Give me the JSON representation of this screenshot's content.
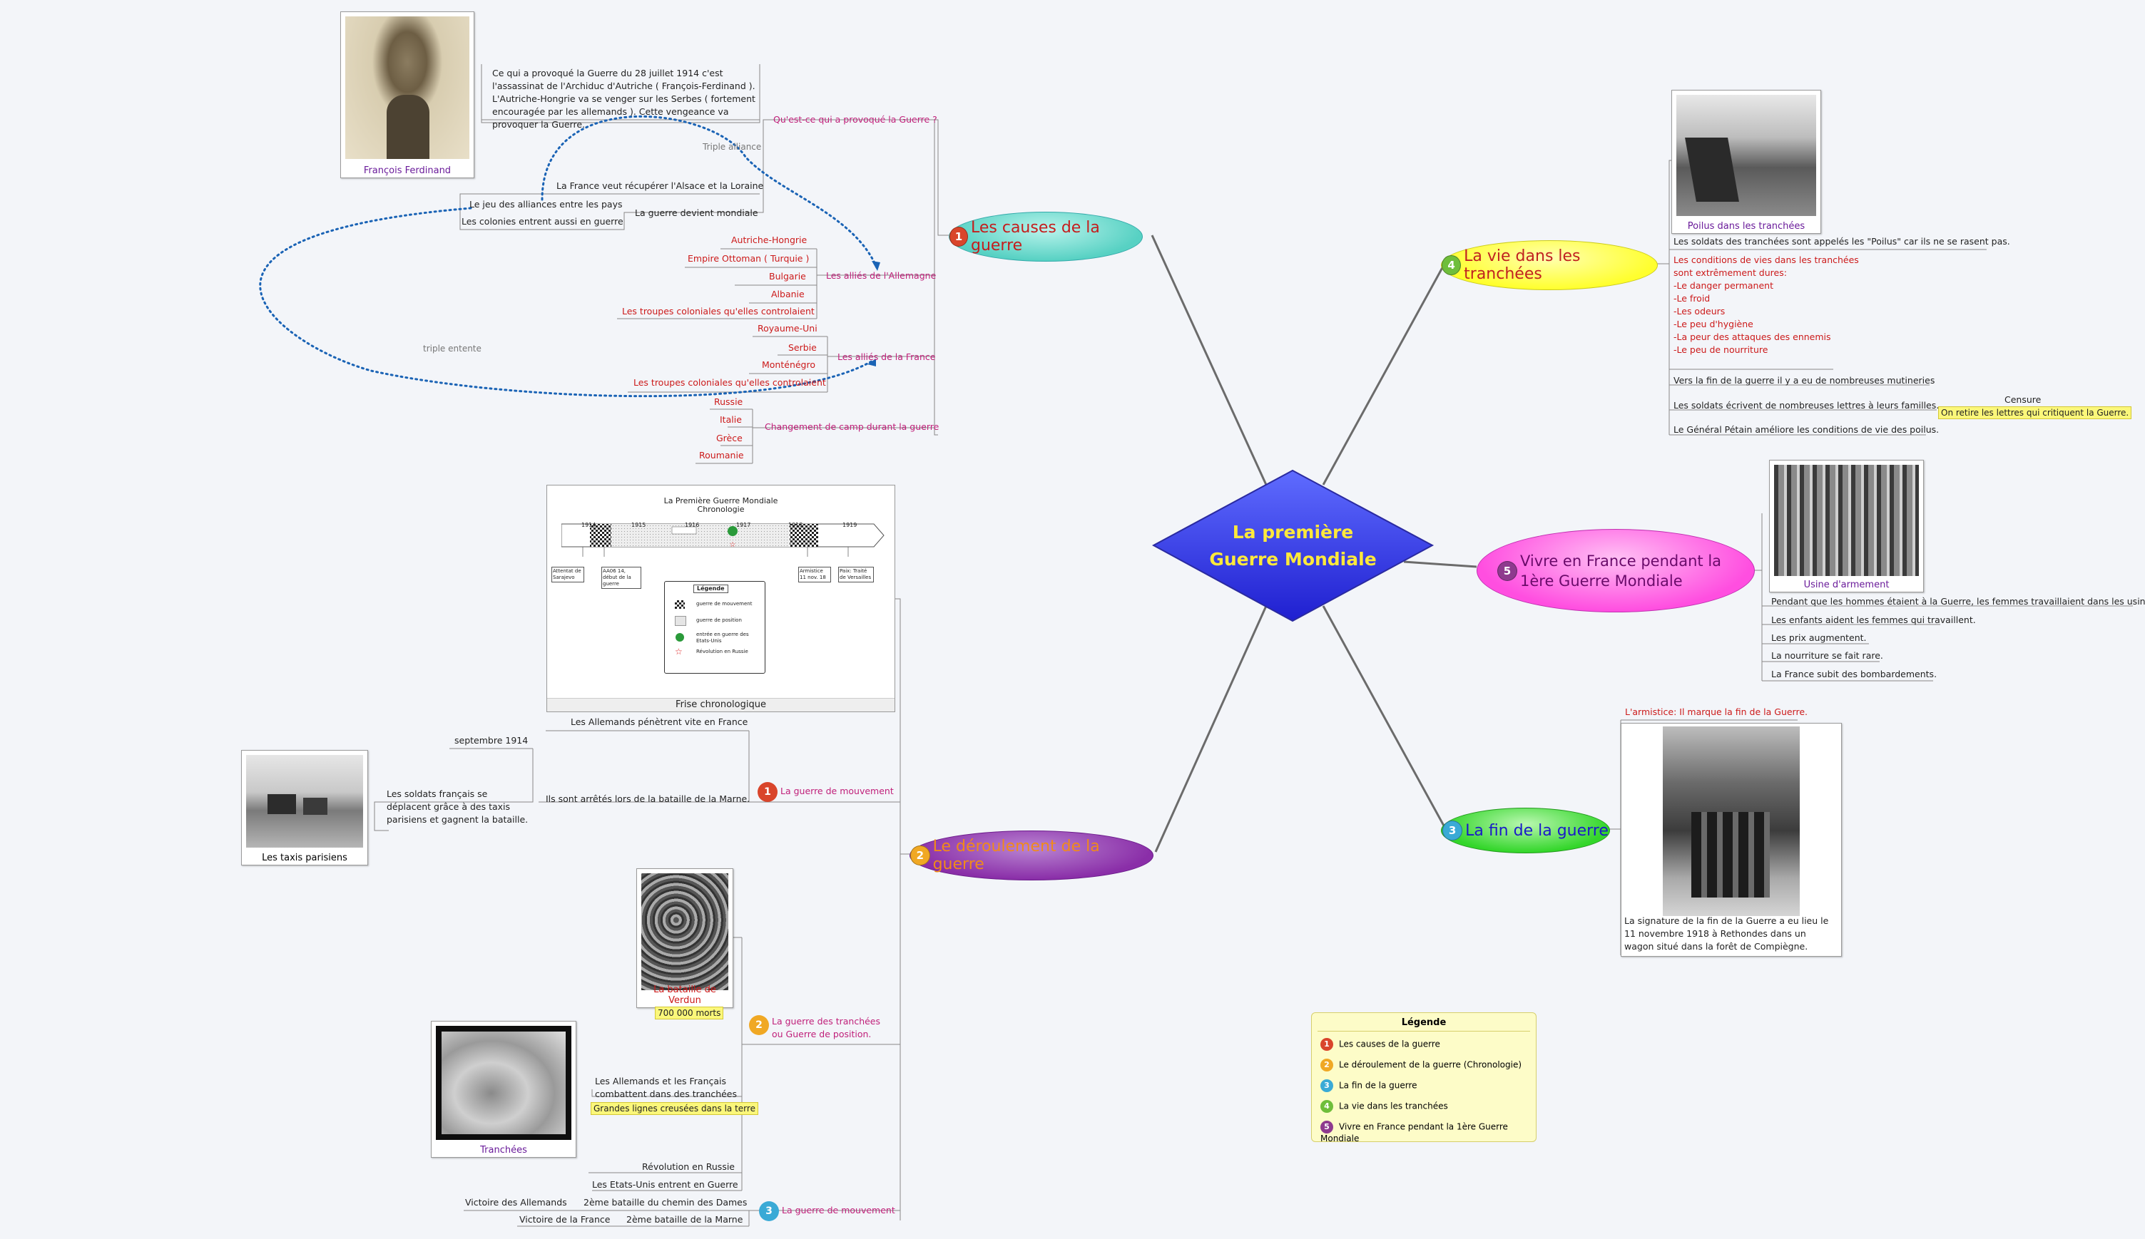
{
  "center": {
    "title": "La première Guerre Mondiale"
  },
  "topics": {
    "causes": {
      "num": "1",
      "label": "Les causes de la guerre"
    },
    "deroulement": {
      "num": "2",
      "label": "Le déroulement de la guerre"
    },
    "tranchees": {
      "num": "4",
      "label": "La vie dans les tranchées"
    },
    "france": {
      "num": "5",
      "label": "Vivre en France pendant la 1ère Guerre Mondiale"
    },
    "fin": {
      "num": "3",
      "label": "La fin de la guerre"
    }
  },
  "causes": {
    "photo_caption": "François Ferdinand",
    "assassinat": "Ce qui a provoqué la Guerre du 28 juillet 1914 c'est l'assassinat de l'Archiduc d'Autriche ( François-Ferdinand ). L'Autriche-Hongrie va se venger sur les Serbes ( fortement encouragée par les allemands ). Cette vengeance va provoquer la Guerre.",
    "provoque": "Qu'est-ce qui a provoqué la Guerre ?",
    "triple_alliance": "Triple alliance",
    "alsace": "La France veut récupérer  l'Alsace et la Loraine",
    "jeu": "Le jeu  des alliances entre les pays",
    "colonies": "Les colonies entrent aussi en guerre",
    "mondiale": "La guerre devient mondiale",
    "triple_entente": "triple entente",
    "allies_allemagne_label": "Les alliés de l'Allemagne",
    "allies_allemagne": [
      "Autriche-Hongrie",
      "Empire Ottoman ( Turquie )",
      "Bulgarie",
      "Albanie",
      "Les troupes coloniales qu'elles controlaient"
    ],
    "allies_france_label": "Les alliés de la France",
    "allies_france": [
      "Royaume-Uni",
      "Serbie",
      "Monténégro",
      "Les troupes coloniales qu'elles controlaient"
    ],
    "changement_label": "Changement de camp durant la guerre",
    "changement": [
      "Russie",
      "Italie",
      "Grèce",
      "Roumanie"
    ]
  },
  "chrono": {
    "title1": "La Première Guerre Mondiale",
    "title2": "Chronologie",
    "years": [
      "1914",
      "1915",
      "1916",
      "1917",
      "1918",
      "1919"
    ],
    "ev1": "Attentat de Sarajevo",
    "ev2": "AA06 14, début de la guerre",
    "ev3": "Armistice 11 nov. 18",
    "ev4": "Paix: Traité de Versailles",
    "legend_title": "Légende",
    "legend": [
      "guerre de mouvement",
      "guerre de position",
      "entrée en guerre des Etats-Unis",
      "Révolution en Russie"
    ],
    "caption": "Frise chronologique"
  },
  "deroulement": {
    "mouvement1_label": "La guerre de mouvement",
    "mouvement1_num": "1",
    "allemands_vite": "Les Allemands pénètrent vite en France",
    "septembre": "septembre 1914",
    "marne": "Ils sont arrêtés lors de la bataille de la Marne.",
    "taxis_text": "Les soldats français se déplacent grâce à des taxis parisiens et gagnent la bataille.",
    "taxis_caption": "Les taxis parisiens",
    "position_label": "La guerre des tranchées ou Guerre de position.",
    "position_num": "2",
    "verdun_caption": "La bataille de Verdun",
    "verdun_morts": "700 000 morts",
    "tranchees_caption": "Tranchées",
    "combattent": "Les Allemands et les Français combattent dans des tranchées",
    "lignes": "Grandes lignes creusées dans la terre",
    "revolution": "Révolution en Russie",
    "etats_unis": "Les Etats-Unis entrent en Guerre",
    "mouvement2_label": "La guerre de mouvement",
    "mouvement2_num": "3",
    "chemin_dames": "2ème bataille du chemin des Dames",
    "victoire_all": "Victoire des Allemands",
    "marne2": "2ème bataille de la Marne",
    "victoire_fr": "Victoire de la France"
  },
  "tranchees": {
    "photo_caption": "Poilus dans les tranchées",
    "poilus": "Les soldats des tranchées sont appelés les \"Poilus\" car ils ne se rasent pas.",
    "conditions_title": "Les conditions de vies dans les tranchées sont extrêmement dures:",
    "conditions": [
      "-Le danger permanent",
      "-Le froid",
      "-Les odeurs",
      "-Le peu d'hygiène",
      "-La peur des attaques des ennemis",
      "-Le peu de nourriture"
    ],
    "mutineries": "Vers la fin de la guerre il y a eu de nombreuses mutineries",
    "lettres": "Les soldats écrivent de nombreuses lettres à leurs familles.",
    "censure": "Censure",
    "censure_note": "On retire les lettres qui critiquent la Guerre.",
    "petain": "Le Général Pétain améliore les conditions de vie des poilus."
  },
  "france": {
    "photo_caption": "Usine d'armement",
    "items": [
      "Pendant que les hommes étaient à la Guerre, les femmes travaillaient dans les usines.",
      "Les enfants aident les femmes qui travaillent.",
      "Les prix augmentent.",
      "La nourriture se fait rare.",
      "La France subit des bombardements."
    ]
  },
  "fin": {
    "armistice": "L'armistice: Il marque la fin de la Guerre.",
    "signature": "La signature de la fin de la Guerre a eu lieu le 11 novembre 1918 à Rethondes dans un wagon situé dans la forêt de Compiègne."
  },
  "legend": {
    "title": "Légende",
    "items": [
      {
        "num": "1",
        "label": "Les causes de la guerre",
        "color": "#d9452b"
      },
      {
        "num": "2",
        "label": "Le déroulement de la guerre (Chronologie)",
        "color": "#f0a824"
      },
      {
        "num": "3",
        "label": "La fin de la guerre",
        "color": "#3aaad6"
      },
      {
        "num": "4",
        "label": "La vie dans les tranchées",
        "color": "#6fbe3b"
      },
      {
        "num": "5",
        "label": "Vivre en France pendant la 1ère Guerre Mondiale",
        "color": "#8e3a8e"
      }
    ]
  },
  "colors": {
    "center": "#3a3af0",
    "causes": "#5fd4c6",
    "deroulement": "#8a2ea8",
    "tranchees": "#ffff2e",
    "france": "#ff4ee0",
    "fin": "#33d62a"
  }
}
